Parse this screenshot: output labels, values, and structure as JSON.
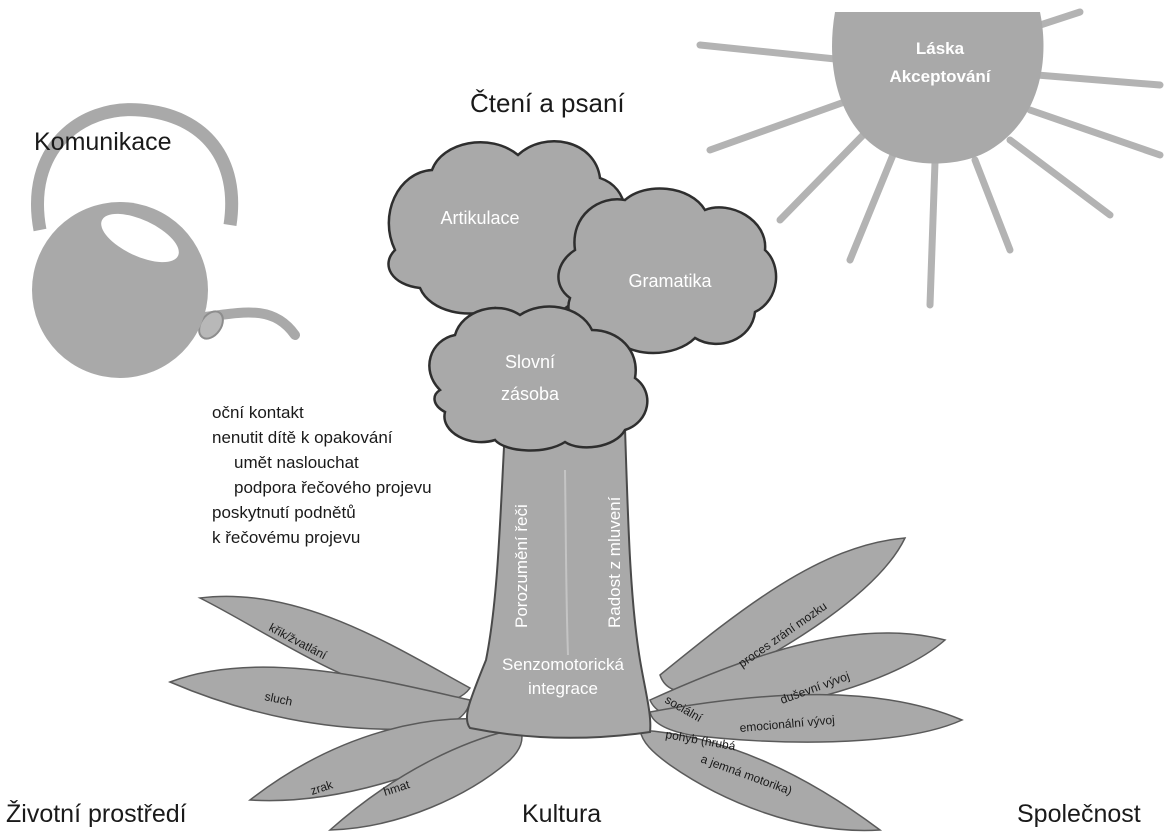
{
  "labels": {
    "reading_writing": "Čtení a psaní",
    "communication": "Komunikace",
    "environment": "Životní prostředí",
    "culture": "Kultura",
    "society": "Společnost"
  },
  "sun": {
    "line1": "Láska",
    "line2": "Akceptování"
  },
  "crown": {
    "articulation": "Artikulace",
    "grammar": "Gramatika",
    "vocabulary_line1": "Slovní",
    "vocabulary_line2": "zásoba"
  },
  "trunk": {
    "understanding": "Porozumění řeči",
    "joy": "Radost z mluvení",
    "base_line1": "Senzomotorická",
    "base_line2": "integrace"
  },
  "notes": [
    "oční kontakt",
    "nenutit dítě k opakování",
    "umět naslouchat",
    "podpora řečového projevu",
    "poskytnutí podnětů",
    "k řečovému projevu"
  ],
  "roots_left": {
    "shouting": "křik/žvatlání",
    "hearing": "sluch",
    "sight": "zrak",
    "touch": "hmat"
  },
  "roots_right": {
    "brain": "proces zrání mozku",
    "mental": "duševní vývoj",
    "social": "sociální",
    "emotional": "emocionální vývoj",
    "movement_line1": "pohyb (hrubá",
    "movement_line2": "a jemná motorika)"
  },
  "colors": {
    "shape_fill": "#a9a9a9",
    "shape_dark": "#8d8d8d",
    "outline": "#4a4a4a",
    "inner_text": "#ffffff",
    "text": "#1a1a1a"
  }
}
